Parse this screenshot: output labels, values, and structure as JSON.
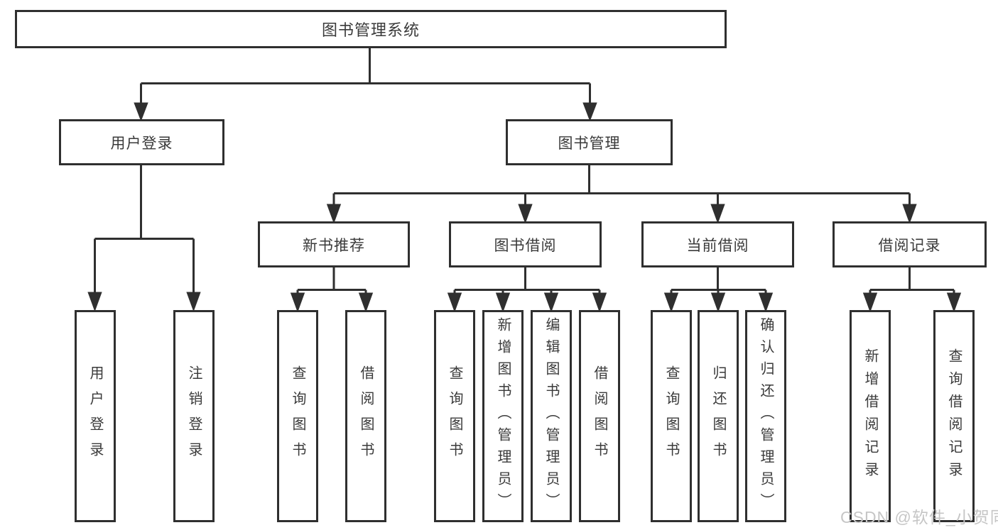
{
  "diagram": {
    "root": {
      "label": "图书管理系统"
    },
    "level2": [
      {
        "id": "user-login",
        "label": "用户登录"
      },
      {
        "id": "book-management",
        "label": "图书管理"
      }
    ],
    "level3": [
      {
        "id": "new-book-recommend",
        "label": "新书推荐",
        "parent": "图书管理"
      },
      {
        "id": "book-borrowing",
        "label": "图书借阅",
        "parent": "图书管理"
      },
      {
        "id": "current-borrowing",
        "label": "当前借阅",
        "parent": "图书管理"
      },
      {
        "id": "borrowing-records",
        "label": "借阅记录",
        "parent": "图书管理"
      }
    ],
    "leaves": [
      {
        "label": "用户登录",
        "parent": "用户登录"
      },
      {
        "label": "注销登录",
        "parent": "用户登录"
      },
      {
        "label": "查询图书",
        "parent": "新书推荐"
      },
      {
        "label": "借阅图书",
        "parent": "新书推荐"
      },
      {
        "label": "查询图书",
        "parent": "图书借阅"
      },
      {
        "label": "新增图书（管理员）",
        "parent": "图书借阅"
      },
      {
        "label": "编辑图书（管理员）",
        "parent": "图书借阅"
      },
      {
        "label": "借阅图书",
        "parent": "图书借阅"
      },
      {
        "label": "查询图书",
        "parent": "当前借阅"
      },
      {
        "label": "归还图书",
        "parent": "当前借阅"
      },
      {
        "label": "确认归还（管理员）",
        "parent": "当前借阅"
      },
      {
        "label": "新增借阅记录",
        "parent": "借阅记录"
      },
      {
        "label": "查询借阅记录",
        "parent": "借阅记录"
      }
    ]
  },
  "watermark": "CSDN @软件_小贺同学",
  "colors": {
    "line": "#2f2f2f",
    "text": "#3a3a3a",
    "watermark": "#c6c6c6",
    "background": "#ffffff"
  }
}
